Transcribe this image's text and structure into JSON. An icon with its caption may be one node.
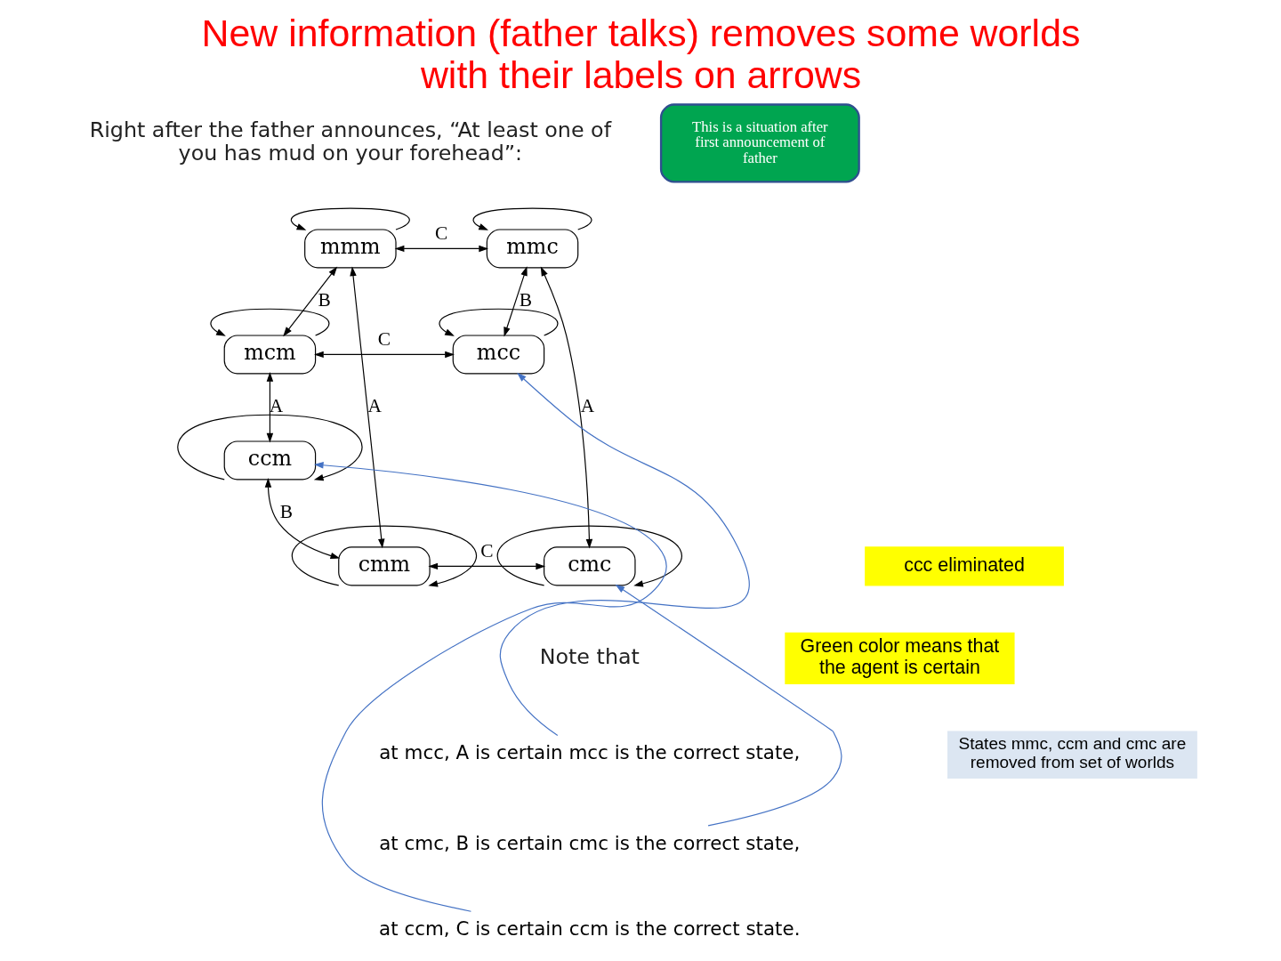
{
  "diagram": {
    "title": "New information (father talks) removes some worlds with their labels on arrows",
    "nodes": [
      {
        "text": [
          "mmm"
        ]
      },
      {
        "text": [
          "mmc"
        ]
      },
      {
        "text": [
          "mcm"
        ]
      },
      {
        "text": [
          "mcc"
        ]
      },
      {
        "text": [
          "ccm"
        ]
      },
      {
        "text": [
          "cmm"
        ]
      },
      {
        "text": [
          "cmc"
        ]
      },
      {
        "text": [
          "at mcc, A is certain mcc is the correct state,"
        ]
      },
      {
        "text": [
          "at cmc, B is certain cmc is the correct state,"
        ]
      },
      {
        "text": [
          "at ccm, C is certain ccm is the correct state."
        ]
      },
      {
        "text": [
          "This is a situation after first announcement of father"
        ]
      },
      {
        "text": [
          "ccc eliminated"
        ]
      },
      {
        "text": [
          "Green color means that the agent is certain"
        ]
      },
      {
        "text": [
          "States mmc, ccm and cmc are removed from set of worlds"
        ]
      }
    ],
    "edges": [
      {
        "from": 0,
        "to": 1,
        "arrow": "both",
        "label": "C"
      },
      {
        "from": 0,
        "to": 2,
        "arrow": "both",
        "label": "B"
      },
      {
        "from": 1,
        "to": 3,
        "arrow": "both",
        "label": "B"
      },
      {
        "from": 2,
        "to": 3,
        "arrow": "both",
        "label": "C"
      },
      {
        "from": 2,
        "to": 4,
        "arrow": "both",
        "label": "A"
      },
      {
        "from": 0,
        "to": 5,
        "arrow": "both",
        "label": "A"
      },
      {
        "from": 1,
        "to": 6,
        "arrow": "both",
        "label": "A"
      },
      {
        "from": 4,
        "to": 5,
        "arrow": "both",
        "label": "B"
      },
      {
        "from": 5,
        "to": 6,
        "arrow": "both",
        "label": "C"
      },
      {
        "from": 0,
        "to": 0,
        "arrow": "to"
      },
      {
        "from": 1,
        "to": 1,
        "arrow": "to"
      },
      {
        "from": 2,
        "to": 2,
        "arrow": "to"
      },
      {
        "from": 3,
        "to": 3,
        "arrow": "to"
      },
      {
        "from": 4,
        "to": 4,
        "arrow": "to"
      },
      {
        "from": 5,
        "to": 5,
        "arrow": "to"
      },
      {
        "from": 6,
        "to": 6,
        "arrow": "to"
      },
      {
        "from": 7,
        "to": 3,
        "arrow": "to",
        "color": "#4472c4"
      },
      {
        "from": 8,
        "to": 6,
        "arrow": "to",
        "color": "#4472c4"
      },
      {
        "from": 9,
        "to": 4,
        "arrow": "to",
        "color": "#4472c4"
      }
    ],
    "labels": [
      "Right after the father announces, “At least one of you has mud on your forehead”:",
      "Note that"
    ]
  }
}
